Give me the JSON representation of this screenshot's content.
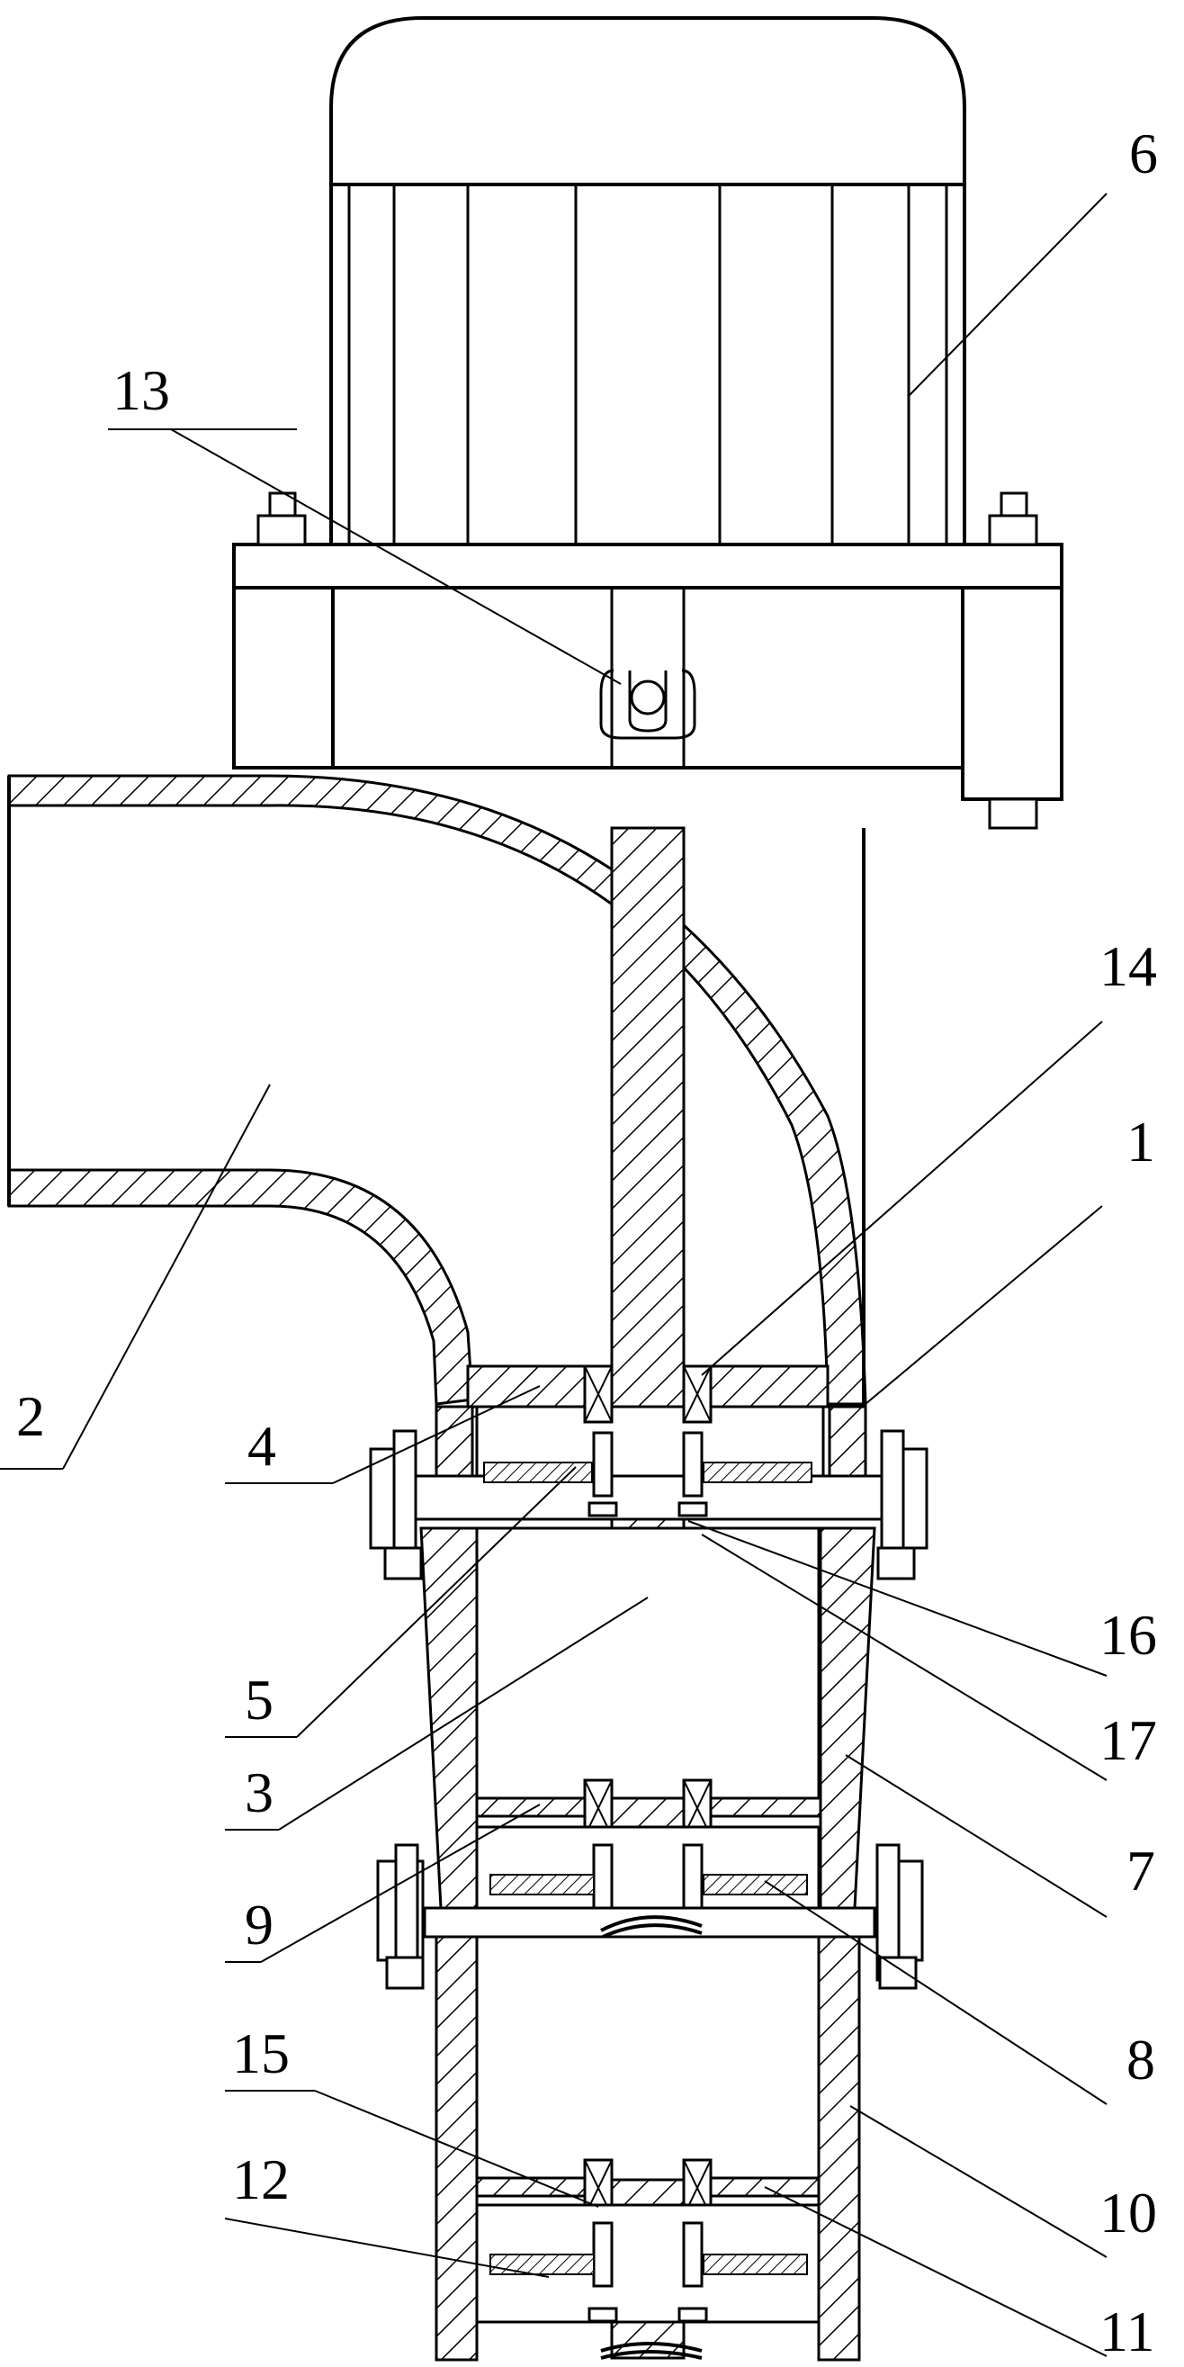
{
  "diagram": {
    "labels": [
      {
        "id": "6",
        "text": "6"
      },
      {
        "id": "13",
        "text": "13"
      },
      {
        "id": "14",
        "text": "14"
      },
      {
        "id": "1",
        "text": "1"
      },
      {
        "id": "2",
        "text": "2"
      },
      {
        "id": "4",
        "text": "4"
      },
      {
        "id": "16",
        "text": "16"
      },
      {
        "id": "5",
        "text": "5"
      },
      {
        "id": "17",
        "text": "17"
      },
      {
        "id": "3",
        "text": "3"
      },
      {
        "id": "7",
        "text": "7"
      },
      {
        "id": "9",
        "text": "9"
      },
      {
        "id": "8",
        "text": "8"
      },
      {
        "id": "15",
        "text": "15"
      },
      {
        "id": "10",
        "text": "10"
      },
      {
        "id": "12",
        "text": "12"
      },
      {
        "id": "11",
        "text": "11"
      }
    ]
  }
}
